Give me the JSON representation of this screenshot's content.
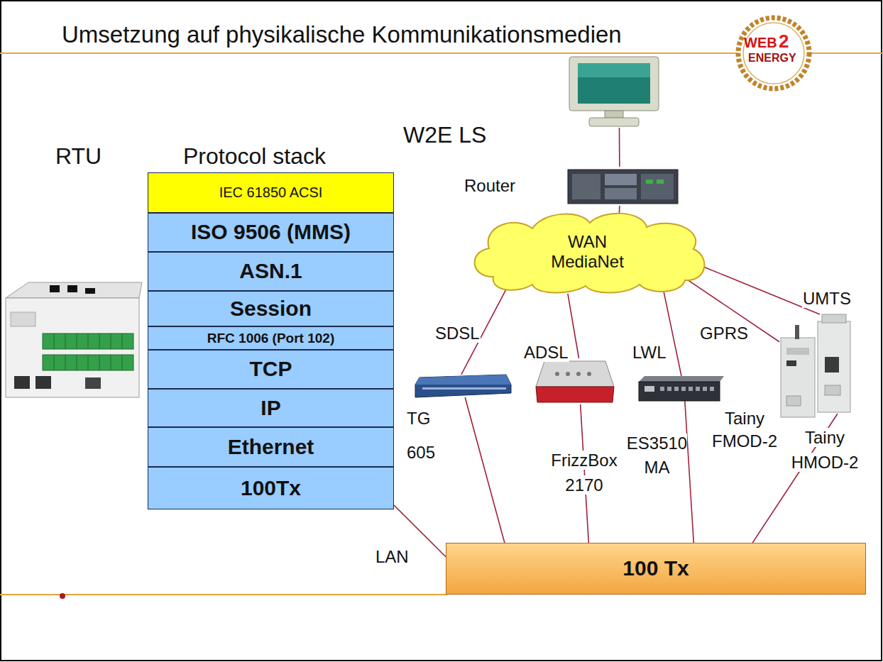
{
  "diagram": {
    "title": "Umsetzung auf physikalische Kommunikationsmedien",
    "nodes": [
      {
        "text": [
          "IEC 61850 ACSI"
        ]
      },
      {
        "text": [
          "ISO 9506 (MMS)"
        ]
      },
      {
        "text": [
          "ASN.1"
        ]
      },
      {
        "text": [
          "Session"
        ]
      },
      {
        "text": [
          "RFC 1006 (Port 102)"
        ]
      },
      {
        "text": [
          "TCP"
        ]
      },
      {
        "text": [
          "IP"
        ]
      },
      {
        "text": [
          "Ethernet"
        ]
      },
      {
        "text": [
          "100Tx"
        ]
      },
      {
        "text": [
          "W2E LS"
        ]
      },
      {
        "text": [
          "Router"
        ]
      },
      {
        "text": [
          "WAN MediaNet"
        ]
      },
      {
        "text": [
          "TG 605"
        ]
      },
      {
        "text": [
          "FrizzBox 2170"
        ]
      },
      {
        "text": [
          "ES3510 MA"
        ]
      },
      {
        "text": [
          "Tainy FMOD-2"
        ]
      },
      {
        "text": [
          "Tainy HMOD-2"
        ]
      },
      {
        "text": [
          "100 Tx"
        ]
      }
    ],
    "edges": [
      {
        "from": 9,
        "to": 10,
        "arrow": "none"
      },
      {
        "from": 10,
        "to": 11,
        "arrow": "none"
      },
      {
        "from": 11,
        "to": 12,
        "label": "SDSL",
        "arrow": "none"
      },
      {
        "from": 11,
        "to": 13,
        "label": "ADSL",
        "arrow": "none"
      },
      {
        "from": 11,
        "to": 14,
        "label": "LWL",
        "arrow": "none"
      },
      {
        "from": 11,
        "to": 15,
        "label": "GPRS",
        "arrow": "none"
      },
      {
        "from": 11,
        "to": 16,
        "label": "UMTS",
        "arrow": "none"
      },
      {
        "from": 12,
        "to": 17,
        "arrow": "none"
      },
      {
        "from": 13,
        "to": 17,
        "arrow": "none"
      },
      {
        "from": 14,
        "to": 17,
        "arrow": "none"
      },
      {
        "from": 16,
        "to": 17,
        "arrow": "none"
      },
      {
        "from": 8,
        "to": 17,
        "label": "LAN",
        "arrow": "none"
      }
    ],
    "labels": [
      "RTU",
      "Protocol stack",
      "WEB",
      "2",
      "ENERGY"
    ]
  }
}
